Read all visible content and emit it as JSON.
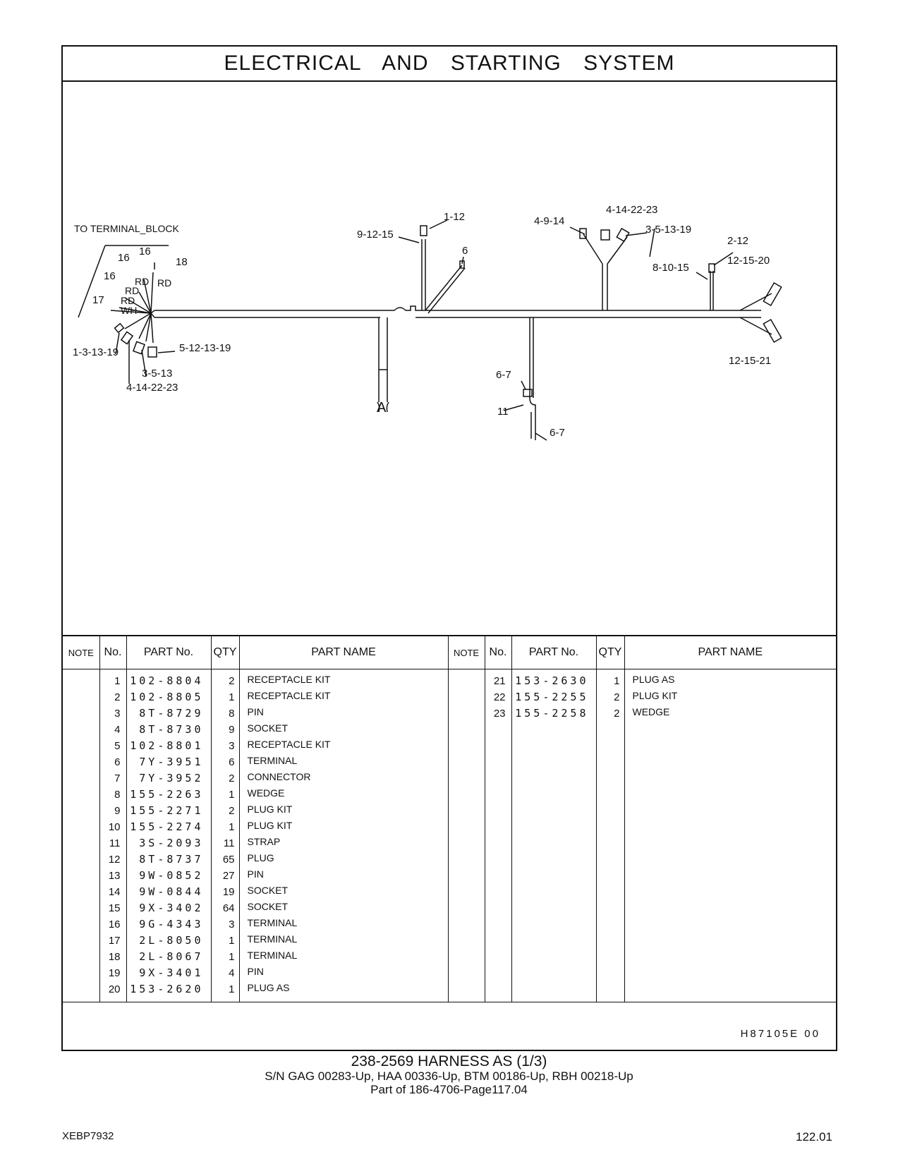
{
  "header": {
    "title": "ELECTRICAL AND STARTING SYSTEM"
  },
  "diagram": {
    "labels": {
      "to_terminal_block": "TO TERMINAL_BLOCK",
      "l16a": "16",
      "l16b": "16",
      "l16c": "16",
      "l18": "18",
      "l17": "17",
      "rd1": "RD",
      "rd2": "RD",
      "rd3": "RD",
      "rd4": "RD",
      "wh": "WH",
      "l1_3_13_19": "1-3-13-19",
      "l3_5_13": "3-5-13",
      "l4_14_22_23_left": "4-14-22-23",
      "l5_12_13_19": "5-12-13-19",
      "l9_12_15": "9-12-15",
      "l1_12": "1-12",
      "l6": "6",
      "lA": "A",
      "l4_9_14": "4-9-14",
      "l4_14_22_23_top": "4-14-22-23",
      "l3_5_13_19": "3-5-13-19",
      "l2_12": "2-12",
      "l8_10_15": "8-10-15",
      "l12_15_20": "12-15-20",
      "l12_15_21": "12-15-21",
      "l6_7_top": "6-7",
      "l11": "11",
      "l6_7_bottom": "6-7"
    }
  },
  "table": {
    "headers": {
      "note": "NOTE",
      "no": "No.",
      "part_no": "PART No.",
      "qty": "QTY",
      "part_name": "PART NAME"
    },
    "left_rows": [
      {
        "no": "1",
        "part_no": "102-8804",
        "qty": "2",
        "name": "RECEPTACLE  KIT"
      },
      {
        "no": "2",
        "part_no": "102-8805",
        "qty": "1",
        "name": "RECEPTACLE  KIT"
      },
      {
        "no": "3",
        "part_no": "8T-8729",
        "qty": "8",
        "name": "PIN"
      },
      {
        "no": "4",
        "part_no": "8T-8730",
        "qty": "9",
        "name": "SOCKET"
      },
      {
        "no": "5",
        "part_no": "102-8801",
        "qty": "3",
        "name": "RECEPTACLE  KIT"
      },
      {
        "no": "6",
        "part_no": "7Y-3951",
        "qty": "6",
        "name": "TERMINAL"
      },
      {
        "no": "7",
        "part_no": "7Y-3952",
        "qty": "2",
        "name": "CONNECTOR"
      },
      {
        "no": "8",
        "part_no": "155-2263",
        "qty": "1",
        "name": "WEDGE"
      },
      {
        "no": "9",
        "part_no": "155-2271",
        "qty": "2",
        "name": "PLUG  KIT"
      },
      {
        "no": "10",
        "part_no": "155-2274",
        "qty": "1",
        "name": "PLUG  KIT"
      },
      {
        "no": "11",
        "part_no": "3S-2093",
        "qty": "11",
        "name": "STRAP"
      },
      {
        "no": "12",
        "part_no": "8T-8737",
        "qty": "65",
        "name": "PLUG"
      },
      {
        "no": "13",
        "part_no": "9W-0852",
        "qty": "27",
        "name": "PIN"
      },
      {
        "no": "14",
        "part_no": "9W-0844",
        "qty": "19",
        "name": "SOCKET"
      },
      {
        "no": "15",
        "part_no": "9X-3402",
        "qty": "64",
        "name": "SOCKET"
      },
      {
        "no": "16",
        "part_no": "9G-4343",
        "qty": "3",
        "name": "TERMINAL"
      },
      {
        "no": "17",
        "part_no": "2L-8050",
        "qty": "1",
        "name": "TERMINAL"
      },
      {
        "no": "18",
        "part_no": "2L-8067",
        "qty": "1",
        "name": "TERMINAL"
      },
      {
        "no": "19",
        "part_no": "9X-3401",
        "qty": "4",
        "name": "PIN"
      },
      {
        "no": "20",
        "part_no": "153-2620",
        "qty": "1",
        "name": "PLUG  AS"
      }
    ],
    "right_rows": [
      {
        "no": "21",
        "part_no": "153-2630",
        "qty": "1",
        "name": "PLUG  AS"
      },
      {
        "no": "22",
        "part_no": "155-2255",
        "qty": "2",
        "name": "PLUG  KIT"
      },
      {
        "no": "23",
        "part_no": "155-2258",
        "qty": "2",
        "name": "WEDGE"
      }
    ]
  },
  "drawing_number": "H87105E    00",
  "caption": {
    "line1": "238-2569   HARNESS  AS (1/3)",
    "line2": "S/N GAG 00283-Up, HAA 00336-Up, BTM 00186-Up, RBH 00218-Up",
    "line3": "Part of 186-4706-Page117.04"
  },
  "footer": {
    "publication": "XEBP7932",
    "page": "122.01"
  }
}
